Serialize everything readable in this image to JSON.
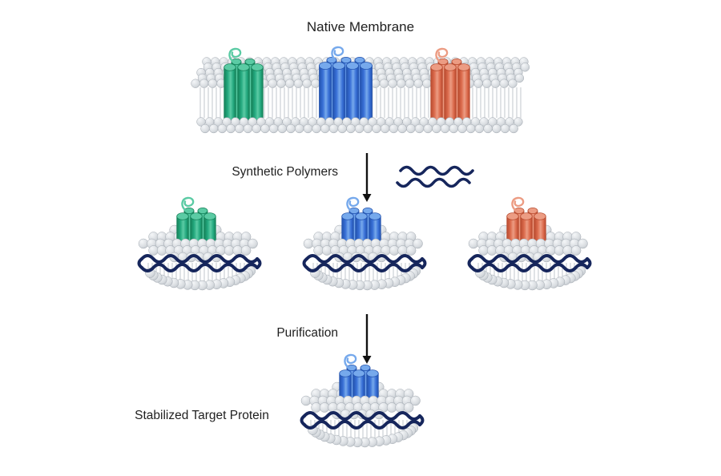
{
  "title": "Native Membrane",
  "process": {
    "step1": {
      "label": "Synthetic Polymers"
    },
    "step2": {
      "label": "Purification"
    }
  },
  "final": {
    "label": "Stabilized Target Protein"
  },
  "legend_colors": {
    "lipid_head": "#D9DDE1",
    "lipid_stroke": "#A2A9B1",
    "lipid_tail": "#C7CCD2",
    "polymer_navy": "#16265C",
    "protein_green": "#23A87E",
    "protein_green_dark": "#158159",
    "protein_green_light": "#5BCBA4",
    "protein_blue": "#386FD6",
    "protein_blue_dark": "#2353AE",
    "protein_blue_light": "#76A9EC",
    "protein_orange": "#DB6A4C",
    "protein_orange_dark": "#B84C30",
    "protein_orange_light": "#EC9C83",
    "arrow": "#111111",
    "text": "#1F1F1F"
  }
}
